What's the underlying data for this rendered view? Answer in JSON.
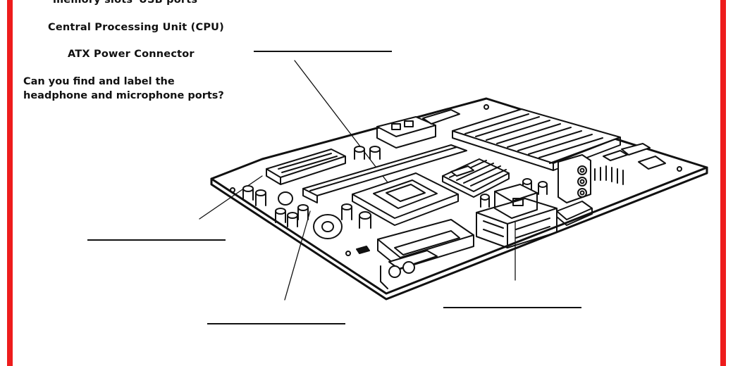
{
  "colors": {
    "border": "#ee1c1c",
    "ink": "#111111"
  },
  "word_bank": {
    "memory_slots": "memory slots",
    "usb_ports": "USB ports",
    "cpu": "Central Processing Unit (CPU)",
    "atx": "ATX Power Connector"
  },
  "question": "Can you find and label the headphone and microphone ports?",
  "answer_blanks": [
    "",
    "",
    "",
    ""
  ],
  "illustration": "motherboard-line-drawing"
}
